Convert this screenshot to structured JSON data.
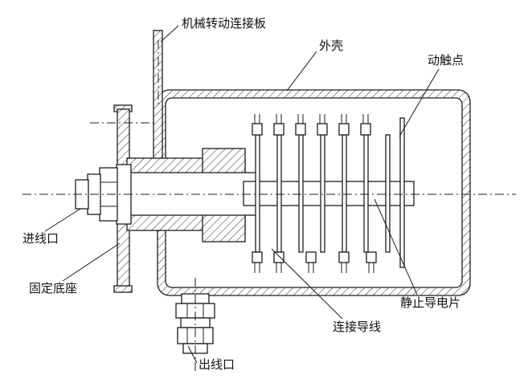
{
  "diagram": {
    "labels": {
      "rotating_plate": "机械转动连接板",
      "shell": "外壳",
      "moving_contact": "动触点",
      "inlet": "进线口",
      "fixed_base": "固定底座",
      "connecting_wire": "连接导线",
      "static_strip": "静止导电片",
      "outlet": "出线口"
    },
    "colors": {
      "line": "#1c1c1c",
      "background": "#ffffff"
    }
  }
}
